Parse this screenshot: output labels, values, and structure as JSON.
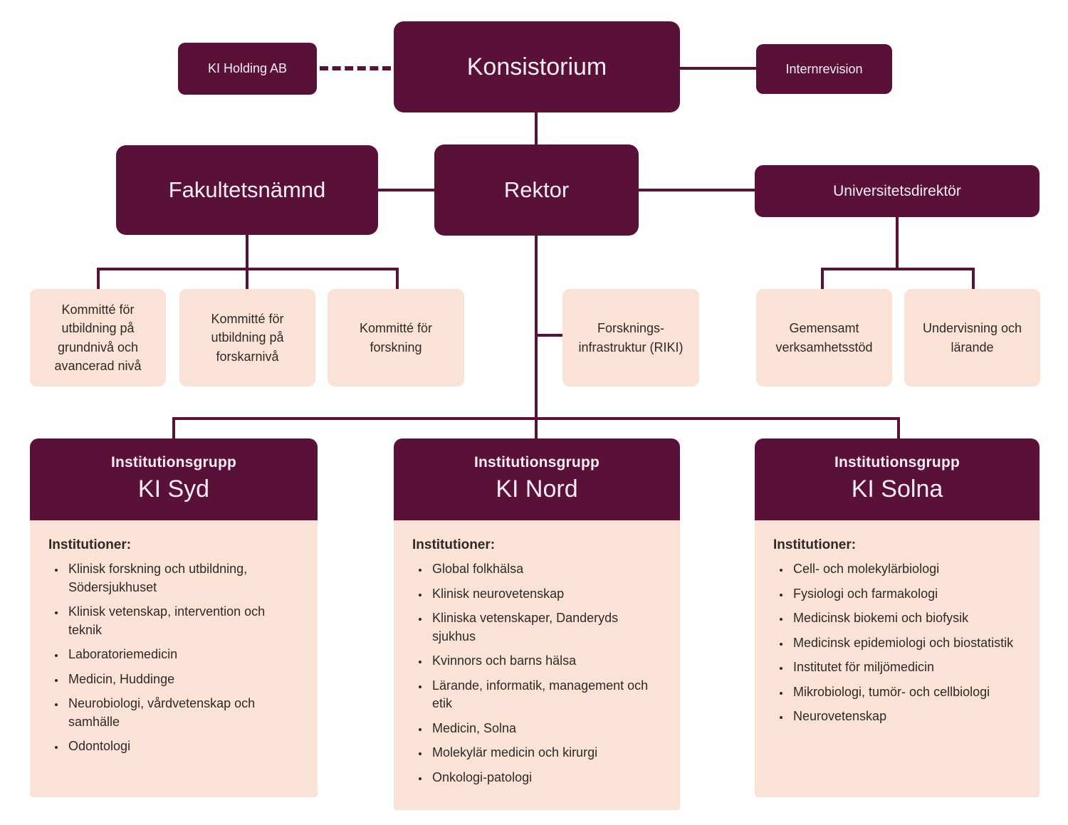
{
  "colors": {
    "plum": "#5a1138",
    "pink": "#fae3d6",
    "text_on_dark": "#f7edf3",
    "text_on_pink": "#2f2926"
  },
  "nodes": {
    "ki_holding_ab": {
      "label": "KI Holding AB"
    },
    "konsistorium": {
      "label": "Konsistorium"
    },
    "internrevision": {
      "label": "Internrevision"
    },
    "fakultetsnamnd": {
      "label": "Fakultetsnämnd"
    },
    "rektor": {
      "label": "Rektor"
    },
    "universitetsdirektor": {
      "label": "Universitetsdirektör"
    },
    "kommitte_grundniva": {
      "label": "Kommitté för utbildning på grundnivå och avancerad nivå"
    },
    "kommitte_forskarniva": {
      "label": "Kommitté för utbildning på forskarnivå"
    },
    "kommitte_forskning": {
      "label": "Kommitté för forskning"
    },
    "forskningsinfrastruktur": {
      "label": "Forsknings-infrastruktur (RIKI)"
    },
    "gemensamt_verksamhetsstod": {
      "label": "Gemensamt verksamhetsstöd"
    },
    "undervisning_och_larande": {
      "label": "Undervisning och lärande"
    }
  },
  "institution_groups": [
    {
      "subtitle": "Institutionsgrupp",
      "title": "KI Syd",
      "list_heading": "Institutioner:",
      "institutions": [
        "Klinisk forskning och utbildning, Södersjukhuset",
        "Klinisk vetenskap, intervention och teknik",
        "Laboratoriemedicin",
        "Medicin, Huddinge",
        "Neurobiologi, vårdvetenskap och samhälle",
        "Odontologi"
      ]
    },
    {
      "subtitle": "Institutionsgrupp",
      "title": "KI Nord",
      "list_heading": "Institutioner:",
      "institutions": [
        "Global folkhälsa",
        "Klinisk neurovetenskap",
        "Kliniska vetenskaper, Danderyds sjukhus",
        "Kvinnors och barns hälsa",
        "Lärande, informatik, management och etik",
        "Medicin, Solna",
        "Molekylär medicin och kirurgi",
        "Onkologi-patologi"
      ]
    },
    {
      "subtitle": "Institutionsgrupp",
      "title": "KI Solna",
      "list_heading": "Institutioner:",
      "institutions": [
        "Cell- och molekylärbiologi",
        "Fysiologi och farmakologi",
        "Medicinsk biokemi och biofysik",
        "Medicinsk epidemiologi och biostatistik",
        "Institutet för miljömedicin",
        "Mikrobiologi, tumör- och cellbiologi",
        "Neurovetenskap"
      ]
    }
  ]
}
